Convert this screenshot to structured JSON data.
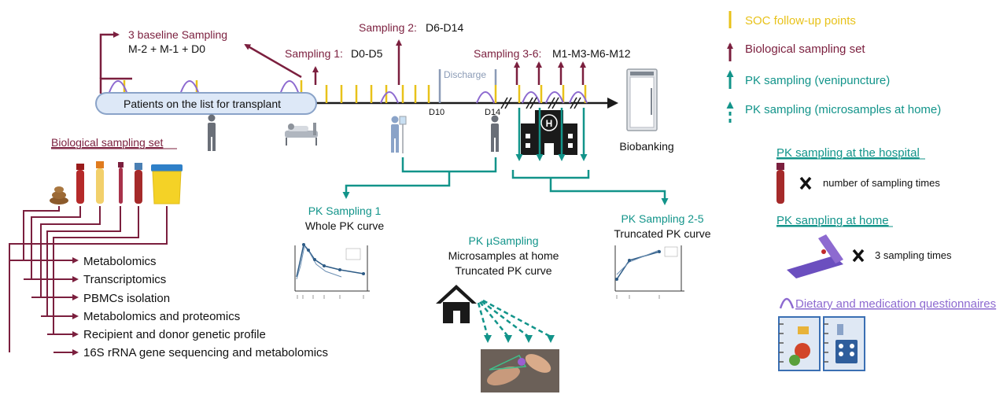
{
  "colors": {
    "maroon": "#7b1f3e",
    "teal": "#12948a",
    "gold": "#e8c21a",
    "purple": "#8d6ad0",
    "grey_blue": "#8b9bb6",
    "pill_fill": "#dde8f7",
    "pill_stroke": "#8aa3c8",
    "black": "#1a1a1a"
  },
  "legend": {
    "soc": "SOC follow-up points",
    "bio_set": "Biological sampling set",
    "pk_veni": "PK sampling (venipuncture)",
    "pk_micro": "PK sampling (microsamples at home)",
    "pk_hospital_title": "PK sampling at the hospital",
    "num_sampling": "number of sampling times",
    "pk_home_title": "PK sampling at home",
    "three_times": "3 sampling times",
    "questionnaires": "Dietary and medication questionnaires"
  },
  "timeline": {
    "pill_label": "Patients on the list for transplant",
    "baseline_title": "3 baseline Sampling",
    "baseline_sub": "M-2 + M-1 + D0",
    "s1_label": "Sampling 1:",
    "s1_range": "D0-D5",
    "s2_label": "Sampling 2:",
    "s2_range": "D6-D14",
    "s36_label": "Sampling 3-6:",
    "s36_range": "M1-M3-M6-M12",
    "discharge": "Discharge",
    "d10": "D10",
    "d14": "D14",
    "biobanking": "Biobanking",
    "hospital_letter": "H"
  },
  "bio_panel": {
    "title": "Biological sampling set",
    "items": [
      "Metabolomics",
      "Transcriptomics",
      "PBMCs isolation",
      "Metabolomics and proteomics",
      "Recipient and donor genetic profile",
      "16S rRNA gene sequencing and metabolomics"
    ]
  },
  "pk": {
    "s1_title": "PK Sampling 1",
    "s1_sub": "Whole PK curve",
    "micro_title": "PK µSampling",
    "micro_sub1": "Microsamples at home",
    "micro_sub2": "Truncated PK curve",
    "s25_title": "PK Sampling 2-5",
    "s25_sub": "Truncated PK curve"
  }
}
